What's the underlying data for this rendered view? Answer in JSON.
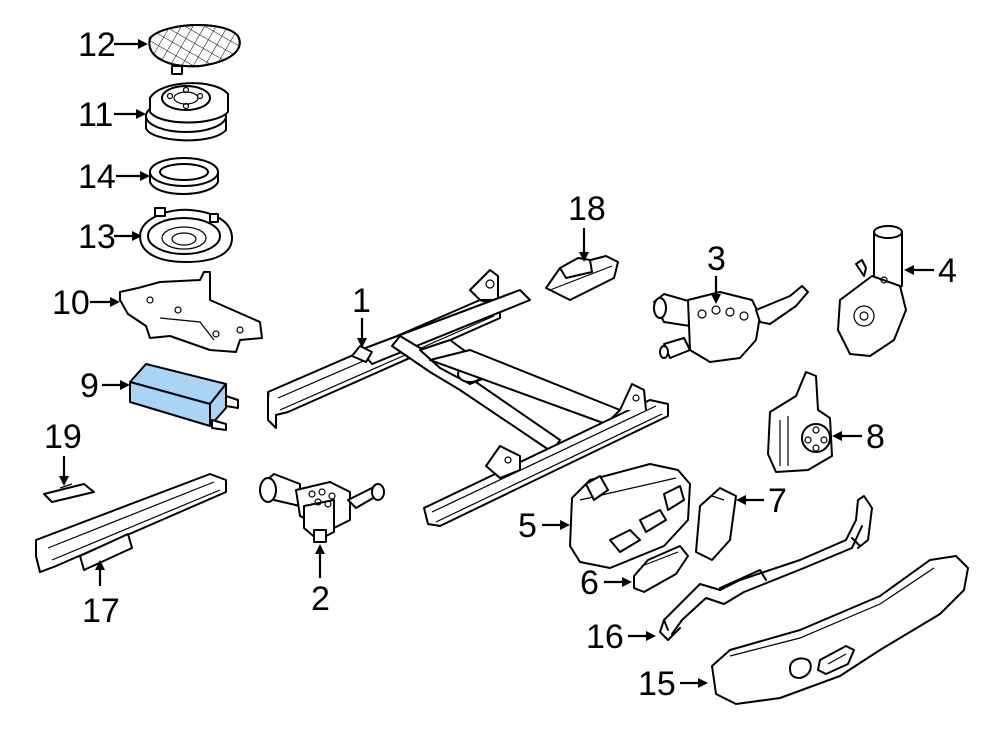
{
  "diagram": {
    "highlight_color": "#a9d4f5",
    "callouts": [
      {
        "id": "1",
        "text": "1"
      },
      {
        "id": "2",
        "text": "2"
      },
      {
        "id": "3",
        "text": "3"
      },
      {
        "id": "4",
        "text": "4"
      },
      {
        "id": "5",
        "text": "5"
      },
      {
        "id": "6",
        "text": "6"
      },
      {
        "id": "7",
        "text": "7"
      },
      {
        "id": "8",
        "text": "8"
      },
      {
        "id": "9",
        "text": "9"
      },
      {
        "id": "10",
        "text": "10"
      },
      {
        "id": "11",
        "text": "11"
      },
      {
        "id": "12",
        "text": "12"
      },
      {
        "id": "13",
        "text": "13"
      },
      {
        "id": "14",
        "text": "14"
      },
      {
        "id": "15",
        "text": "15"
      },
      {
        "id": "16",
        "text": "16"
      },
      {
        "id": "17",
        "text": "17"
      },
      {
        "id": "18",
        "text": "18"
      },
      {
        "id": "19",
        "text": "19"
      }
    ]
  }
}
